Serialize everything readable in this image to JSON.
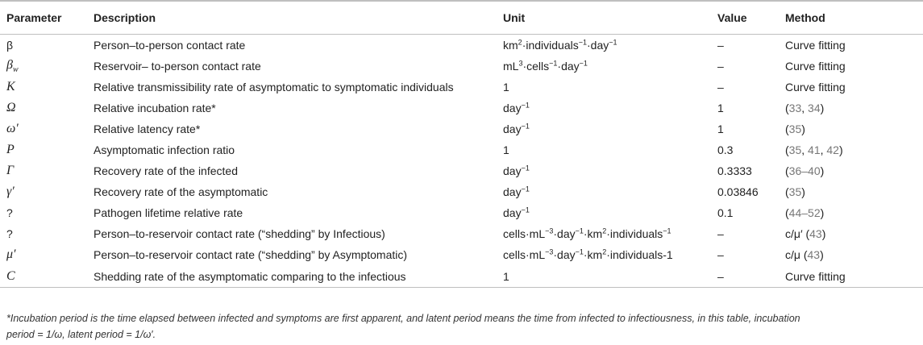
{
  "table": {
    "headers": [
      "Parameter",
      "Description",
      "Unit",
      "Value",
      "Method"
    ],
    "rows": [
      {
        "param": "β",
        "desc": "Person–to-person contact rate",
        "unit_html": "km<sup>2</sup>·individuals<sup>−1</sup>·day<sup>−1</sup>",
        "value": "–",
        "method_html": "Curve fitting"
      },
      {
        "param": "βw",
        "desc": "Reservoir– to-person contact rate",
        "unit_html": "mL<sup>3</sup>·cells<sup>−1</sup>·day<sup>−1</sup>",
        "value": "–",
        "method_html": "Curve fitting"
      },
      {
        "param": "K",
        "desc": "Relative transmissibility rate of asymptomatic to symptomatic individuals",
        "unit_html": "1",
        "value": "–",
        "method_html": "Curve fitting"
      },
      {
        "param": "Ω",
        "desc": "Relative incubation rate*",
        "unit_html": "day<sup>−1</sup>",
        "value": "1",
        "method_html": "(<span class='ref'>33</span>, <span class='ref'>34</span>)"
      },
      {
        "param": "ω′",
        "desc": "Relative latency rate*",
        "unit_html": "day<sup>−1</sup>",
        "value": "1",
        "method_html": "(<span class='ref'>35</span>)"
      },
      {
        "param": "P",
        "desc": "Asymptomatic infection ratio",
        "unit_html": "1",
        "value": "0.3",
        "method_html": "(<span class='ref'>35</span>, <span class='ref'>41</span>, <span class='ref'>42</span>)"
      },
      {
        "param": "Γ",
        "desc": "Recovery rate of the infected",
        "unit_html": "day<sup>−1</sup>",
        "value": "0.3333",
        "method_html": "(<span class='ref'>36–40</span>)"
      },
      {
        "param": "γ′",
        "desc": "Recovery rate of the asymptomatic",
        "unit_html": "day<sup>−1</sup>",
        "value": "0.03846",
        "method_html": "(<span class='ref'>35</span>)"
      },
      {
        "param": "?",
        "desc": "Pathogen lifetime relative rate",
        "unit_html": "day<sup>−1</sup>",
        "value": "0.1",
        "method_html": "(<span class='ref'>44–52</span>)"
      },
      {
        "param": "?",
        "desc": "Person–to-reservoir contact rate (“shedding” by Infectious)",
        "unit_html": "cells·mL<sup>−3</sup>·day<sup>−1</sup>·km<sup>2</sup>·individuals<sup>−1</sup>",
        "value": "–",
        "method_html": "c/μ′ (<span class='ref'>43</span>)"
      },
      {
        "param": "μ′",
        "desc": "Person–to-reservoir contact rate (“shedding” by Asymptomatic)",
        "unit_html": "cells·mL<sup>−3</sup>·day<sup>−1</sup>·km<sup>2</sup>·individuals-1",
        "value": "–",
        "method_html": "c/μ (<span class='ref'>43</span>)"
      },
      {
        "param": "C",
        "desc": "Shedding rate of the asymptomatic comparing to the infectious",
        "unit_html": "1",
        "value": "–",
        "method_html": "Curve fitting"
      }
    ]
  },
  "footnote_line1": "*Incubation period is the time elapsed between infected and symptoms are first apparent, and latent period means the time from infected to infectiousness, in this table, incubation",
  "footnote_line2": "period = 1/ω, latent period = 1/ω′."
}
